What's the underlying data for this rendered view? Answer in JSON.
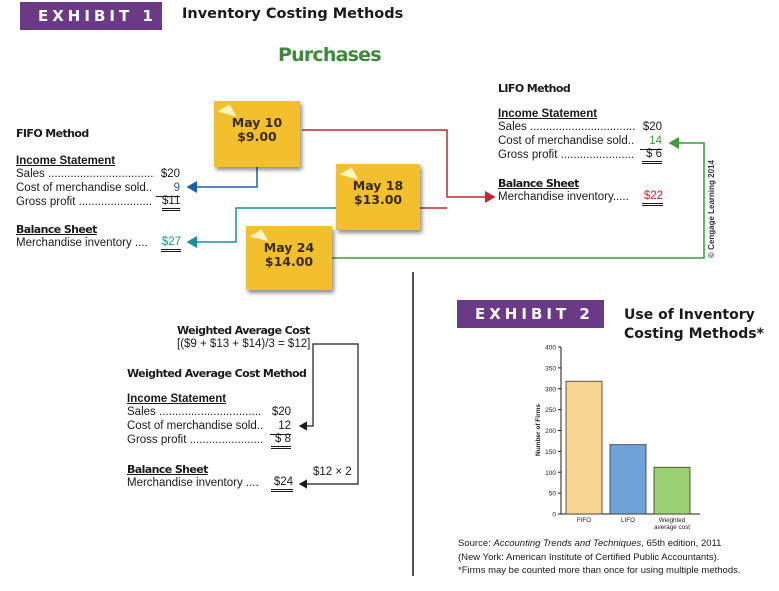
{
  "exhibit1": {
    "badge": "EXHIBIT 1",
    "title": "Inventory Costing Methods",
    "purchases_heading": "Purchases",
    "notes": [
      {
        "date": "May 10",
        "price": "$9.00"
      },
      {
        "date": "May 18",
        "price": "$13.00"
      },
      {
        "date": "May 24",
        "price": "$14.00"
      }
    ],
    "fifo": {
      "heading": "FIFO Method",
      "income_statement": "Income Statement",
      "sales_label": "Sales .................................",
      "sales_value": "$20",
      "cogs_label": "Cost of merchandise sold..",
      "cogs_value": "9",
      "gp_label": "Gross profit .......................",
      "gp_value": "$11",
      "balance_sheet": "Balance Sheet",
      "inv_label": "Merchandise inventory ....",
      "inv_value": "$27"
    },
    "lifo": {
      "heading": "LIFO Method",
      "income_statement": "Income Statement",
      "sales_label": "Sales .................................",
      "sales_value": "$20",
      "cogs_label": "Cost of merchandise sold..",
      "cogs_value": "14",
      "gp_label": "Gross profit .......................",
      "gp_value": "$ 6",
      "balance_sheet": "Balance Sheet",
      "inv_label": "Merchandise inventory.....",
      "inv_value": "$22"
    },
    "wac": {
      "cost_heading": "Weighted Average Cost",
      "formula": "[($9 + $13 + $14)/3 = $12]",
      "heading": "Weighted Average Cost Method",
      "income_statement": "Income Statement",
      "sales_label": "Sales ................................",
      "sales_value": "$20",
      "cogs_label": "Cost of merchandise sold..",
      "cogs_value": "12",
      "gp_label": "Gross profit .......................",
      "gp_value": "$ 8",
      "balance_sheet": "Balance Sheet",
      "inv_label": "Merchandise inventory ....",
      "inv_value": "$24",
      "times_label": "$12 × 2"
    },
    "copyright": "© Cengage Learning 2014"
  },
  "exhibit2": {
    "badge": "EXHIBIT 2",
    "title_line1": "Use of Inventory",
    "title_line2": "Costing Methods*",
    "source_prefix": "Source: ",
    "source_title": "Accounting Trends and Techniques",
    "source_suffix": ", 65th edition, 2011",
    "source_line2": "(New York: American Institute of Certified Public Accountants).",
    "source_line3": "*Firms may be counted more than once for using multiple methods."
  },
  "colors": {
    "purple": "#6b3a87",
    "green_heading": "#3c8a3a",
    "fifo_blue": "#1f5fa8",
    "teal": "#1b8fa0",
    "red": "#c1272d",
    "green": "#3b9a3c",
    "note": "#f2c02d",
    "bar_fifo": "#f8d493",
    "bar_lifo": "#6fa3d8",
    "bar_wac": "#9bd073"
  },
  "chart_data": {
    "type": "bar",
    "categories": [
      "FIFO",
      "LIFO",
      "Weighted average cost"
    ],
    "values": [
      318,
      166,
      112
    ],
    "colors": [
      "#f8d493",
      "#6fa3d8",
      "#9bd073"
    ],
    "ylabel": "Number of Firms",
    "ylim": [
      0,
      400
    ],
    "yticks": [
      0,
      50,
      100,
      150,
      200,
      250,
      300,
      350,
      400
    ]
  }
}
